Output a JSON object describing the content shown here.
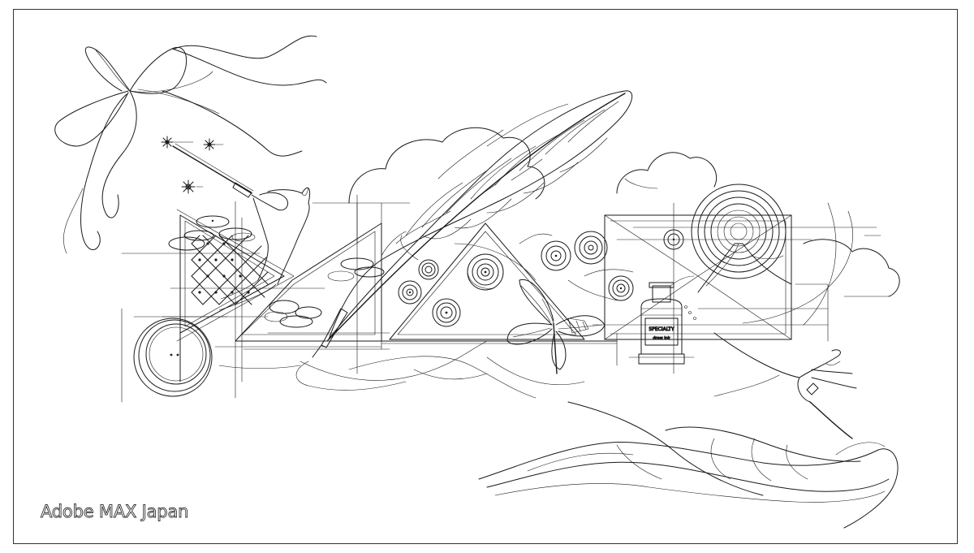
{
  "caption": {
    "label": "Adobe MAX Japan"
  },
  "ink_label": {
    "line1": "SPECIALTY",
    "line2": "draw ink"
  },
  "colors": {
    "ink": "#1a1a1a",
    "frame": "#333333",
    "paper": "#ffffff"
  }
}
